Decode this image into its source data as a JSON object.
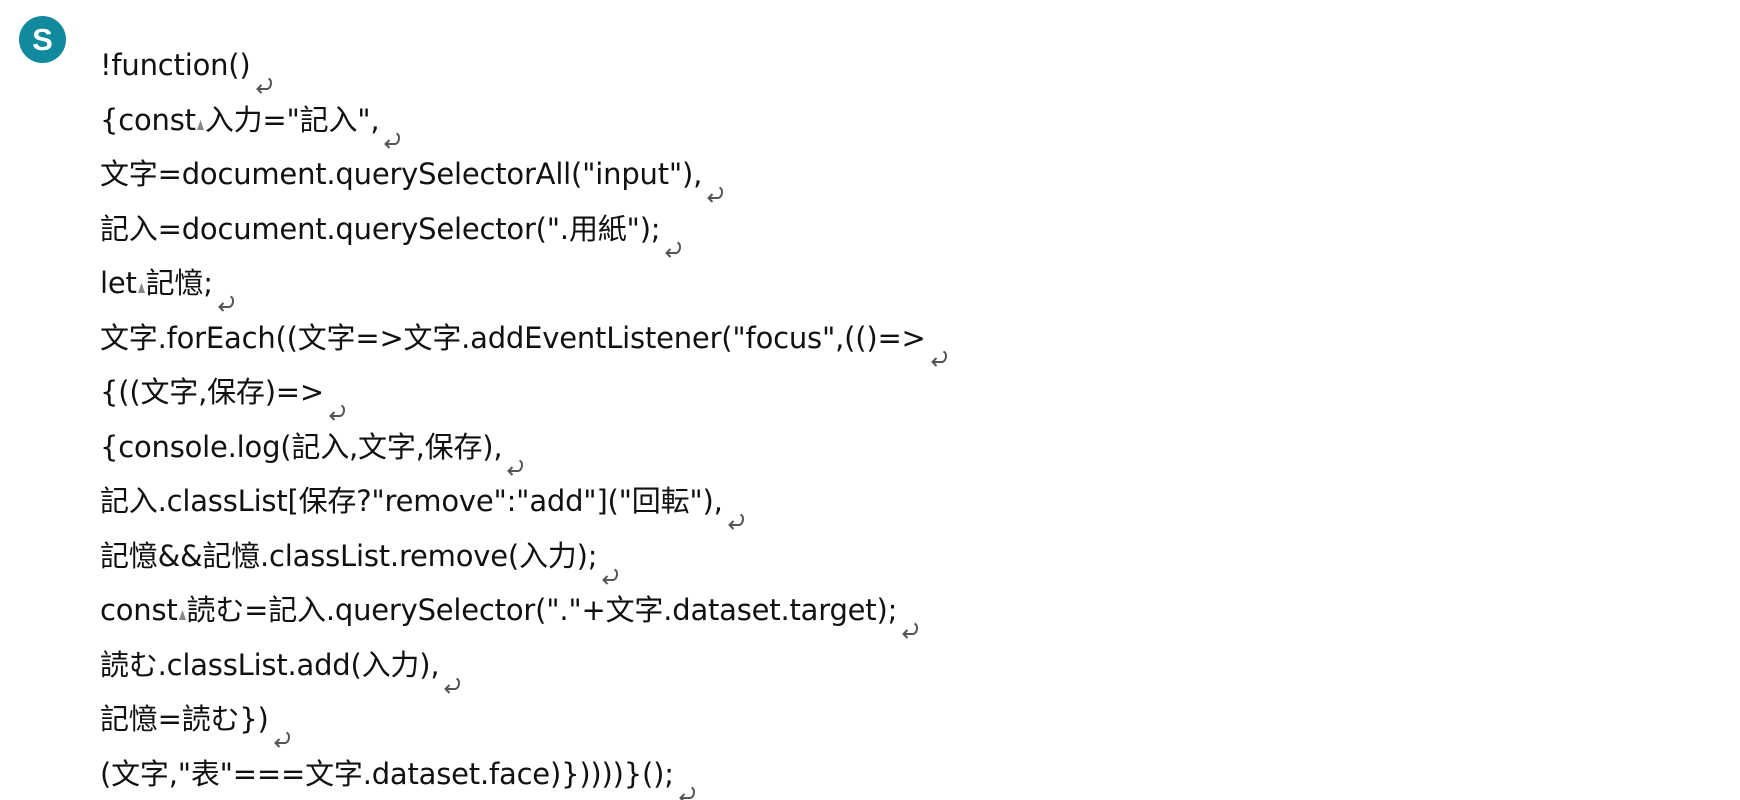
{
  "avatar": {
    "letter": "S",
    "color": "#128a9e"
  },
  "code": {
    "lines": [
      [
        "!function()"
      ],
      [
        "{const",
        "入力=\"記入\","
      ],
      [
        "文字=document.querySelectorAll(\"input\"),"
      ],
      [
        "記入=document.querySelector(\".用紙\");"
      ],
      [
        "let",
        "記憶;"
      ],
      [
        "文字.forEach((文字=>文字.addEventListener(\"focus\",(()=>"
      ],
      [
        "{((文字,保存)=>"
      ],
      [
        "{console.log(記入,文字,保存),"
      ],
      [
        "記入.classList[保存?\"remove\":\"add\"](\"回転\"),"
      ],
      [
        "記憶&&記憶.classList.remove(入力);"
      ],
      [
        "const",
        "読む=記入.querySelector(\".\"+文字.dataset.target);"
      ],
      [
        "読む.classList.add(入力),"
      ],
      [
        "記憶=読む})"
      ],
      [
        "(文字,\"表\"===文字.dataset.face)}))))}();"
      ]
    ],
    "line_end_icon": "return-arrow-icon",
    "space_icon": "space-marker-icon"
  }
}
